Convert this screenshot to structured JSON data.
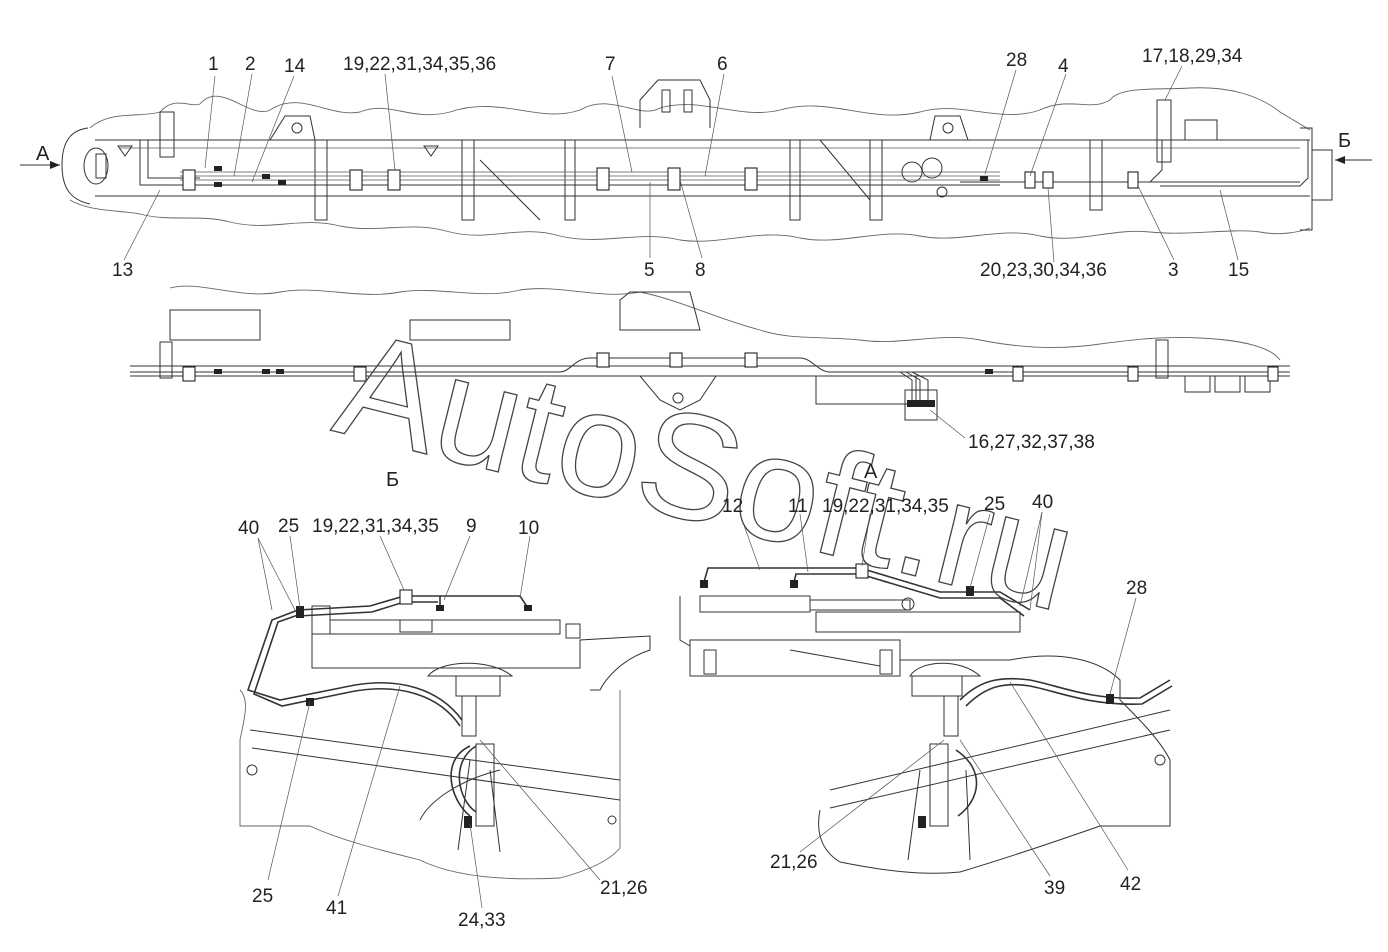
{
  "colors": {
    "line": "#333333",
    "background": "#ffffff",
    "text": "#222222"
  },
  "section_labels": {
    "view_a_top": "А",
    "view_b_top": "Б",
    "view_b": "Б",
    "view_a": "А"
  },
  "watermark": "AutoSoft.ru",
  "callouts": {
    "top": [
      "1",
      "2",
      "14",
      "19,22,31,34,35,36",
      "7",
      "6",
      "28",
      "4",
      "17,18,29,34",
      "13",
      "5",
      "8",
      "20,23,30,34,36",
      "3",
      "15"
    ],
    "middle": [
      "16,27,32,37,38"
    ],
    "left": [
      "40",
      "25",
      "19,22,31,34,35",
      "9",
      "10",
      "25",
      "41",
      "24,33",
      "21,26"
    ],
    "right": [
      "12",
      "11",
      "19,22,31,34,35",
      "25",
      "40",
      "28",
      "21,26",
      "39",
      "42"
    ]
  }
}
